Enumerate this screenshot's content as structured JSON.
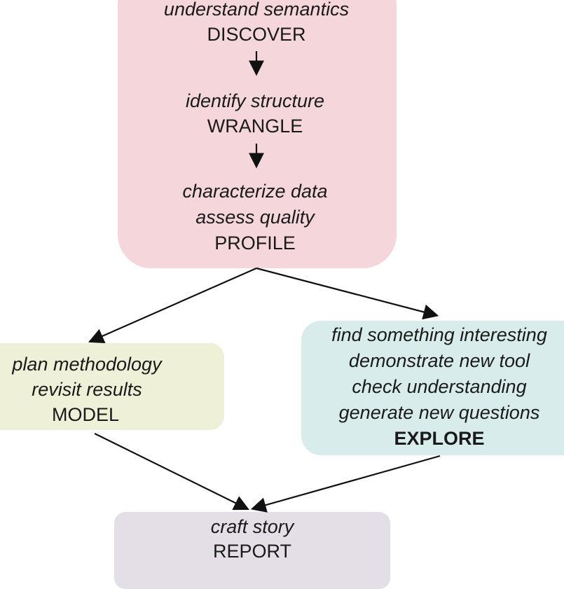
{
  "discover": {
    "subtitle": "understand semantics",
    "title": "DISCOVER"
  },
  "wrangle": {
    "subtitle": "identify structure",
    "title": "WRANGLE"
  },
  "profile": {
    "lines": [
      "characterize data",
      "assess quality"
    ],
    "title": "PROFILE"
  },
  "model": {
    "lines": [
      "plan methodology",
      "revisit results"
    ],
    "title": "MODEL"
  },
  "explore": {
    "lines": [
      "find something interesting",
      "demonstrate new tool",
      "check understanding",
      "generate new questions"
    ],
    "title": "EXPLORE"
  },
  "report": {
    "subtitle": "craft story",
    "title": "REPORT"
  },
  "colors": {
    "top_box": "#f4d6db",
    "model_box": "#eef0d8",
    "explore_box": "#d9ecec",
    "report_box": "#e4dfe6",
    "arrow": "#111111"
  }
}
